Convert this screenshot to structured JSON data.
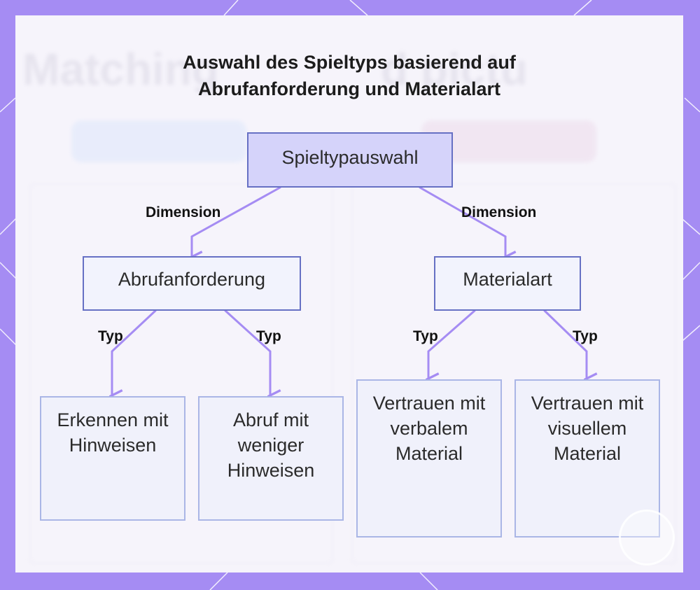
{
  "title": {
    "line1": "Auswahl des Spieltyps basierend auf",
    "line2": "Abrufanforderung und Materialart"
  },
  "nodes": {
    "root": "Spieltypauswahl",
    "abruf": "Abrufanforderung",
    "material": "Materialart",
    "erkennen": "Erkennen mit Hinweisen",
    "abruf_weniger": "Abruf mit weniger Hinweisen",
    "verbal": "Vertrauen mit verbalem Material",
    "visuell": "Vertrauen mit visuellem Material"
  },
  "edge_labels": {
    "dim_left": "Dimension",
    "dim_right": "Dimension",
    "typ1": "Typ",
    "typ2": "Typ",
    "typ3": "Typ",
    "typ4": "Typ"
  },
  "colors": {
    "frame": "#a58cf3",
    "edge": "#a58cf3",
    "root_fill": "#d5d3fa",
    "node_border": "#6670c4",
    "leaf_border": "#aab6e6"
  }
}
